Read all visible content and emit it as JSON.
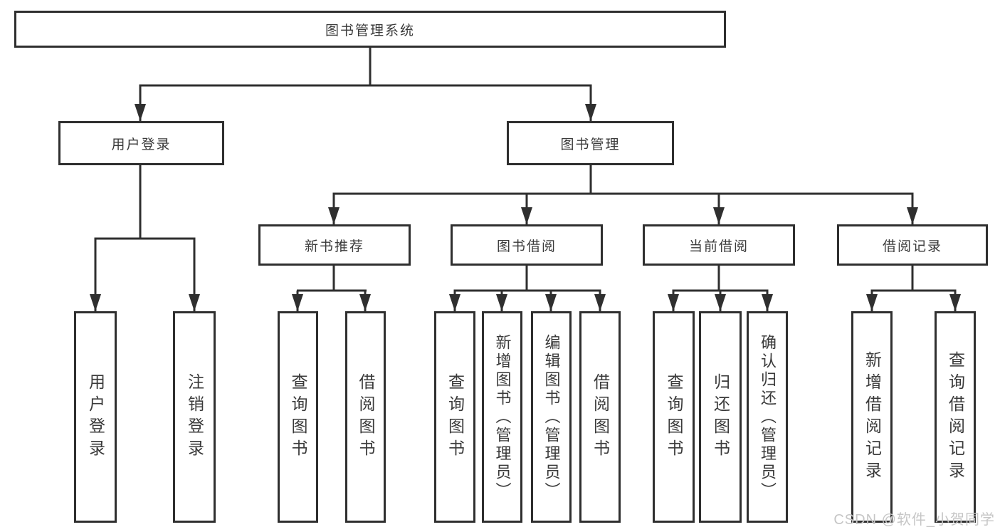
{
  "diagram_title": "图书管理系统",
  "tree": {
    "root": {
      "label": "图书管理系统"
    },
    "branches": [
      {
        "label": "用户登录",
        "children": [
          {
            "label": "用户登录"
          },
          {
            "label": "注销登录"
          }
        ]
      },
      {
        "label": "图书管理",
        "children": [
          {
            "label": "新书推荐",
            "children": [
              {
                "label": "查询图书"
              },
              {
                "label": "借阅图书"
              }
            ]
          },
          {
            "label": "图书借阅",
            "children": [
              {
                "label": "查询图书"
              },
              {
                "label": "新增图书（管理员）"
              },
              {
                "label": "编辑图书（管理员）"
              },
              {
                "label": "借阅图书"
              }
            ]
          },
          {
            "label": "当前借阅",
            "children": [
              {
                "label": "查询图书"
              },
              {
                "label": "归还图书"
              },
              {
                "label": "确认归还（管理员）"
              }
            ]
          },
          {
            "label": "借阅记录",
            "children": [
              {
                "label": "新增借阅记录"
              },
              {
                "label": "查询借阅记录"
              }
            ]
          }
        ]
      }
    ]
  },
  "watermark": {
    "text": "CSDN @软件_小贺同学"
  },
  "colors": {
    "line": "#2f2f2f",
    "text": "#3a3a3a",
    "watermark": "#c6c6c6",
    "background": "#ffffff"
  }
}
